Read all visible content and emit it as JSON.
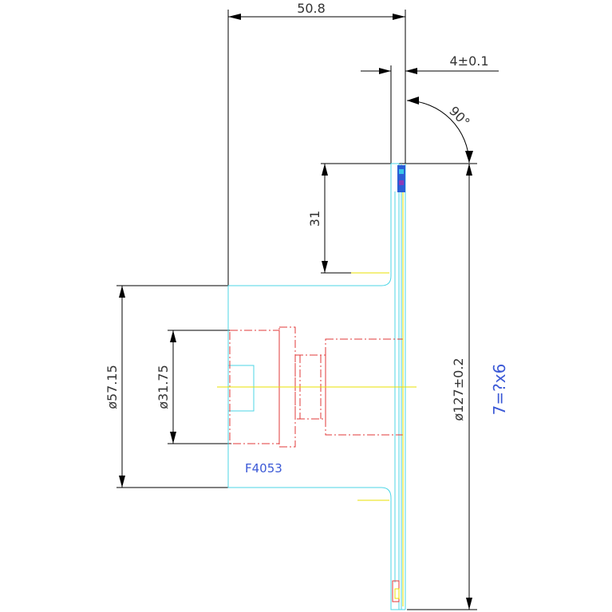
{
  "dimensions": {
    "width_top": "50.8",
    "thickness": "4±0.1",
    "angle": "90°",
    "depth": "31",
    "diameter_large": "ø57.15",
    "diameter_small": "ø31.75",
    "diameter_outer": "ø127±0.2"
  },
  "labels": {
    "part_code": "F4053",
    "formula": "7=?x6"
  },
  "colors": {
    "outline": "#4dd6e6",
    "hidden": "#e23a3a",
    "center": "#e8e200",
    "annotation": "#3b59d6",
    "dimension": "#000000"
  }
}
